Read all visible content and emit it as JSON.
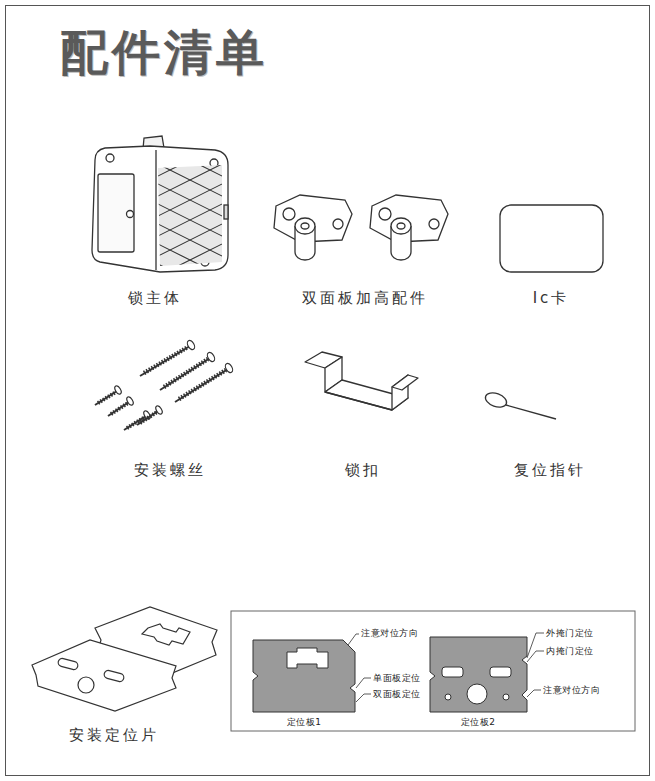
{
  "diagram": {
    "title": "配件清单",
    "labels": [
      "锁主体",
      "双面板加高配件",
      "Ic卡",
      "安装螺丝",
      "锁扣",
      "复位指针",
      "安装定位片",
      "注意对位方向",
      "单面板定位",
      "双面板定位",
      "定位板1",
      "外掩门定位",
      "内掩门定位",
      "注意对位方向",
      "定位板2"
    ]
  }
}
